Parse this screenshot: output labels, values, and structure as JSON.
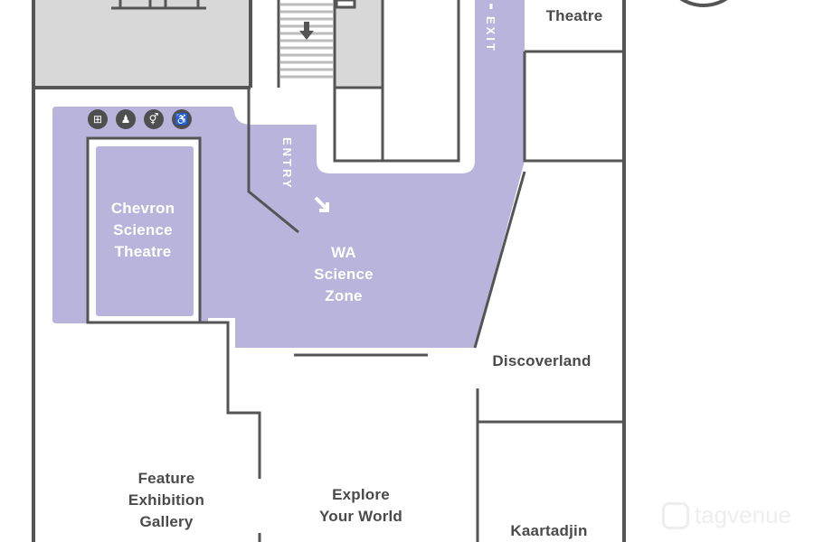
{
  "map": {
    "colors": {
      "zone": "#b8b4dc",
      "wall": "#555555",
      "restricted": "#d8d8d8"
    },
    "rooms": [
      {
        "id": "theatre-top",
        "label": "Theatre"
      },
      {
        "id": "chevron",
        "label_lines": [
          "Chevron",
          "Science",
          "Theatre"
        ]
      },
      {
        "id": "wa-science",
        "label_lines": [
          "WA",
          "Science",
          "Zone"
        ]
      },
      {
        "id": "discoverland",
        "label": "Discoverland"
      },
      {
        "id": "feature",
        "label_lines": [
          "Feature",
          "Exhibition",
          "Gallery"
        ]
      },
      {
        "id": "explore",
        "label_lines": [
          "Explore",
          "Your World"
        ]
      },
      {
        "id": "kaartadjin",
        "label": "Kaartadjin"
      }
    ],
    "signs": {
      "entry": "ENTRY",
      "exit": "EXIT"
    },
    "amenities": [
      "first-aid-icon",
      "parents-room-icon",
      "toilets-icon",
      "accessible-toilet-icon"
    ],
    "watermark": "tagvenue"
  }
}
